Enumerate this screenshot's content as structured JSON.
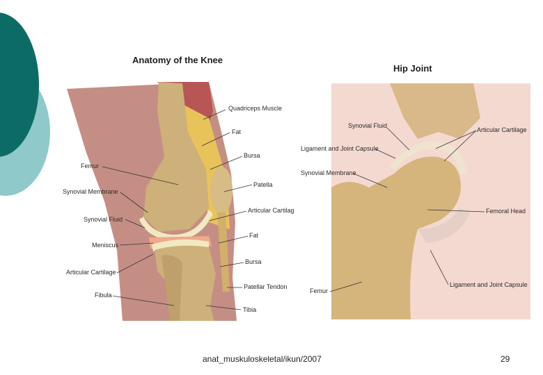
{
  "knee": {
    "title": "Anatomy of the Knee",
    "labels": {
      "quadriceps": "Quadriceps Muscle",
      "fat_upper": "Fat",
      "bursa_upper": "Bursa",
      "femur": "Femur",
      "patella": "Patella",
      "synovial_membrane": "Synovial Membrane",
      "articular_cartilage_right": "Articular Cartilag",
      "synovial_fluid": "Synovial Fluid",
      "fat_lower": "Fat",
      "meniscus": "Meniscus",
      "bursa_lower": "Bursa",
      "articular_cartilage_left": "Articular Cartilage",
      "patellar_tendon": "Patellar Tendon",
      "fibula": "Fibula",
      "tibia": "Tibia"
    }
  },
  "hip": {
    "title": "Hip Joint",
    "labels": {
      "synovial_fluid": "Synovial Fluid",
      "articular_cartilage": "Articular Cartilage",
      "ligament_capsule_left": "Ligament and Joint Capsule",
      "synovial_membrane": "Synovial Membrane",
      "femoral_head": "Femoral Head",
      "femur": "Femur",
      "ligament_capsule_right": "Ligament and Joint Capsule"
    }
  },
  "footer": {
    "source": "anat_muskuloskeletal/ikun/2007",
    "page_number": "29"
  },
  "colors": {
    "teal_dark": "#0d6b65",
    "teal_light": "#8fc9c9",
    "skin": "#c58e84",
    "bone": "#cdb07a",
    "cartilage": "#f1e9c2",
    "muscle": "#b85555",
    "fat": "#e8c35a",
    "meniscus": "#f0a98a",
    "hip_bg": "#f4d9d0"
  }
}
